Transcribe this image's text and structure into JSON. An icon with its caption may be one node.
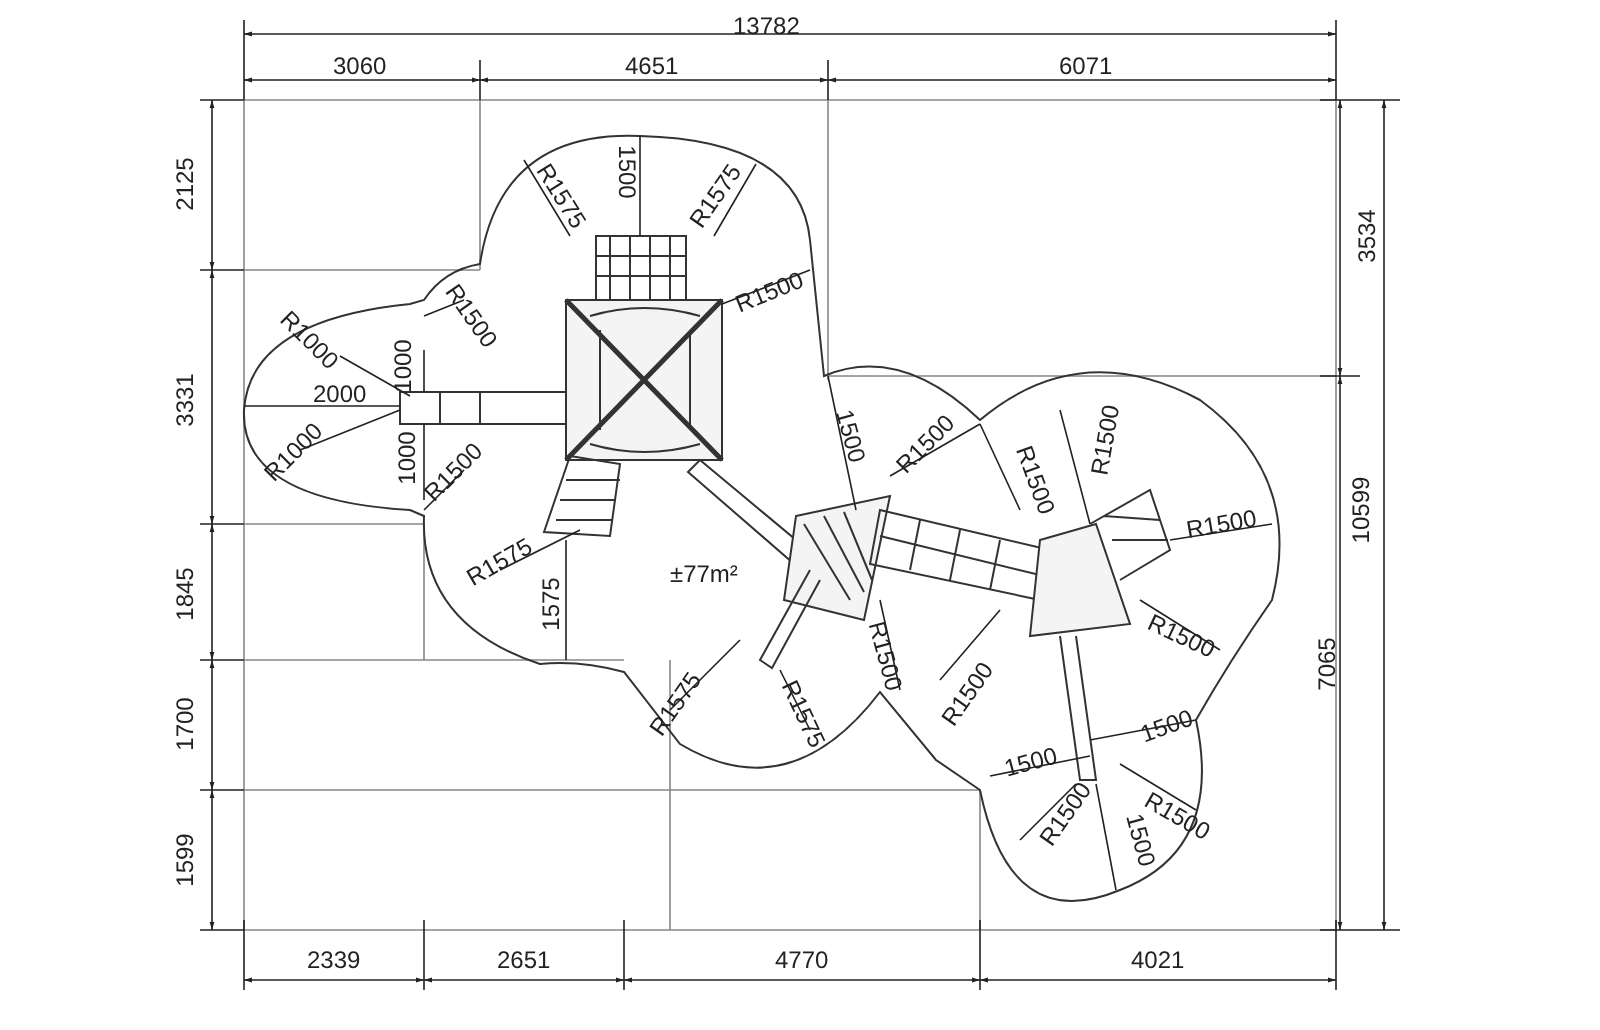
{
  "diagram": {
    "labels": [
      "13782",
      "3060",
      "4651",
      "6071",
      "2125",
      "R1575",
      "1500",
      "R1575",
      "3534",
      "R1500",
      "R1000",
      "R1500",
      "1000",
      "3331",
      "2000",
      "R1000",
      "1000",
      "R1500",
      "1500",
      "R1500",
      "R1500",
      "R1500",
      "10599",
      "R1500",
      "R1575",
      "1845",
      "±77m²",
      "1575",
      "R1500",
      "R1500",
      "7065",
      "1700",
      "R1575",
      "R1575",
      "R1500",
      "1500",
      "1500",
      "R1500",
      "R1500",
      "1599",
      "1500",
      "2339",
      "2651",
      "4770",
      "4021"
    ]
  }
}
